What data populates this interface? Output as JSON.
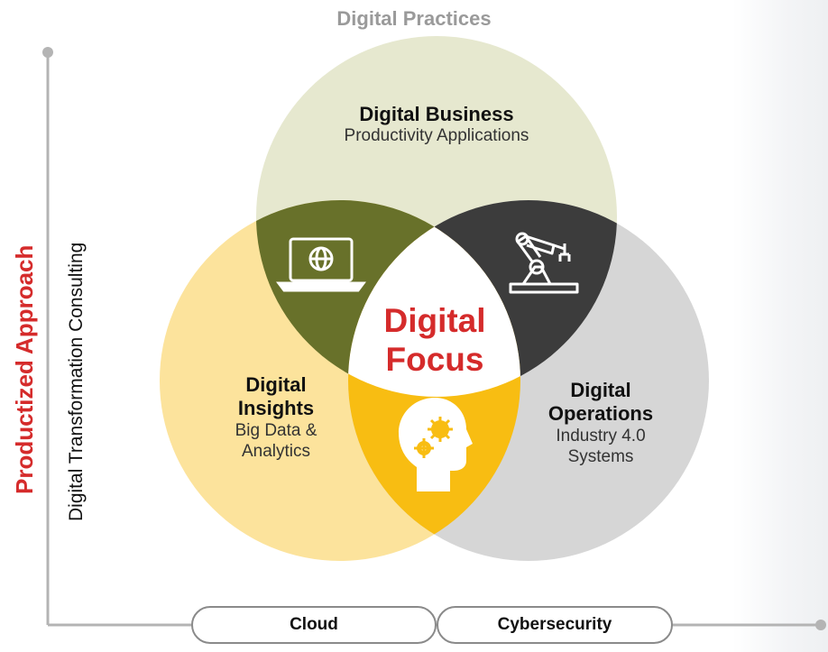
{
  "header": {
    "title": "Digital Practices"
  },
  "axis_labels": {
    "primary": "Productized Approach",
    "secondary": "Digital Transformation Consulting"
  },
  "circles": {
    "business": {
      "title": "Digital Business",
      "subtitle": "Productivity Applications"
    },
    "insights": {
      "title_line1": "Digital",
      "title_line2": "Insights",
      "subtitle_line1": "Big Data &",
      "subtitle_line2": "Analytics"
    },
    "operations": {
      "title_line1": "Digital",
      "title_line2": "Operations",
      "subtitle_line1": "Industry 4.0",
      "subtitle_line2": "Systems"
    }
  },
  "center": {
    "line1": "Digital",
    "line2": "Focus"
  },
  "foundation": {
    "left_pill": "Cloud",
    "right_pill": "Cybersecurity"
  },
  "colors": {
    "business": "#e6e8cf",
    "insights": "#fce39c",
    "operations": "#d6d6d6",
    "business_insights_overlap": "#68712a",
    "business_operations_overlap": "#3c3c3c",
    "insights_operations_overlap": "#f8bd12",
    "center_text": "#d52b2b",
    "primary_axis_text": "#d52b2b"
  },
  "icons": [
    "laptop-globe-icon",
    "robotic-arm-icon",
    "head-gears-icon"
  ]
}
